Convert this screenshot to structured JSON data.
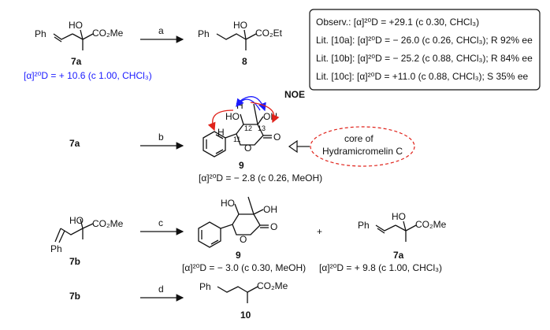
{
  "scheme": {
    "row1": {
      "start_compound": "7a",
      "step_label": "a",
      "product": "8",
      "start_rotation": "[α]²⁰D = + 10.6 (c 1.00, CHCl₃)",
      "frag_start": {
        "ph": "Ph",
        "ho": "HO",
        "ester": "CO₂Me"
      },
      "frag_product": {
        "ph": "Ph",
        "ho": "HO",
        "ester": "CO₂Et"
      }
    },
    "rotation_box": {
      "line1": "Observ.: [α]²⁰D = +29.1 (c 0.30, CHCl₃)",
      "line2": "Lit. [10a]: [α]²⁰D = − 26.0 (c 0.26, CHCl₃); R 92% ee",
      "line3": "Lit. [10b]: [α]²⁰D = − 25.2 (c 0.88, CHCl₃); R 84% ee",
      "line4": "Lit. [10c]: [α]²⁰D = +11.0 (c 0.88, CHCl₃); S 35% ee"
    },
    "row2": {
      "start_compound": "7a",
      "step_label": "b",
      "product": "9",
      "noe": "NOE",
      "atoms": {
        "ho": "HO",
        "h12": "H",
        "oh": "OH",
        "h11": "H",
        "n12": "12",
        "n13": "13",
        "n11": "11",
        "o_ring": "O",
        "o_carbonyl": "O"
      },
      "product_rotation": "[α]²⁰D = − 2.8 (c 0.26, MeOH)",
      "core_line1": "core of",
      "core_line2": "Hydramicromelin C"
    },
    "row3": {
      "start_compound": "7b",
      "step_label": "c",
      "product1": "9",
      "plus": "+",
      "product2": "7a",
      "frag_start": {
        "ho": "HO",
        "ester": "CO₂Me",
        "ph": "Ph"
      },
      "frag_p1": {
        "ho": "HO",
        "oh": "OH",
        "o_ring": "O",
        "o_carbonyl": "O"
      },
      "frag_p2": {
        "ph": "Ph",
        "ho": "HO",
        "ester": "CO₂Me"
      },
      "rotation_9": "[α]²⁰D = − 3.0 (c 0.30, MeOH)",
      "rotation_7a": "[α]²⁰D = + 9.8 (c 1.00, CHCl₃)"
    },
    "row4": {
      "start_compound": "7b",
      "step_label": "d",
      "product": "10",
      "frag_product": {
        "ph": "Ph",
        "ester": "CO₂Me"
      }
    }
  },
  "colors": {
    "blue": "#1a1aff",
    "red": "#e0221a",
    "ink": "#111111"
  }
}
